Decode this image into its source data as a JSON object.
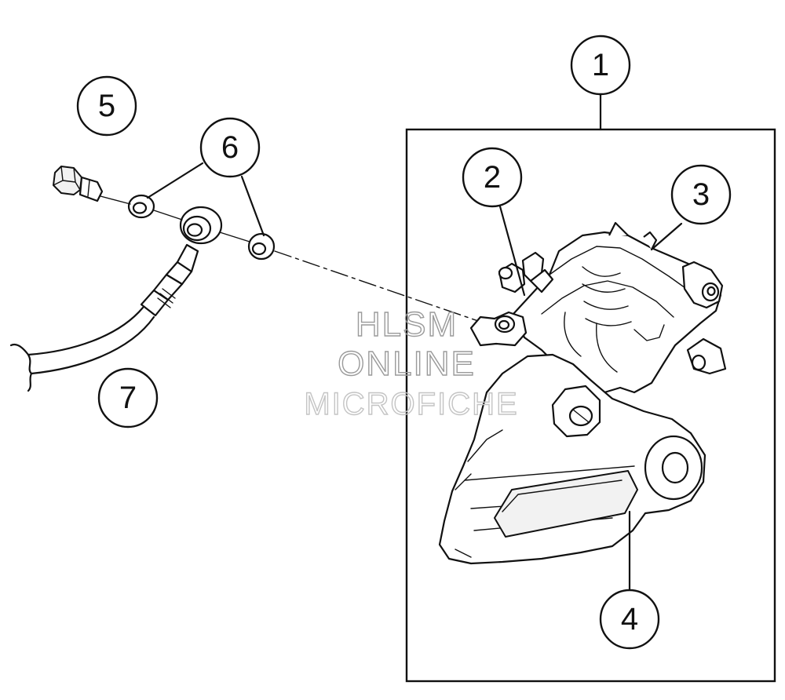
{
  "callouts": [
    {
      "id": "1",
      "label": "1"
    },
    {
      "id": "2",
      "label": "2"
    },
    {
      "id": "3",
      "label": "3"
    },
    {
      "id": "4",
      "label": "4"
    },
    {
      "id": "5",
      "label": "5"
    },
    {
      "id": "6",
      "label": "6"
    },
    {
      "id": "7",
      "label": "7"
    }
  ],
  "watermark": {
    "line1": "HLSM",
    "line2": "ONLINE",
    "line3": "MICROFICHE"
  }
}
